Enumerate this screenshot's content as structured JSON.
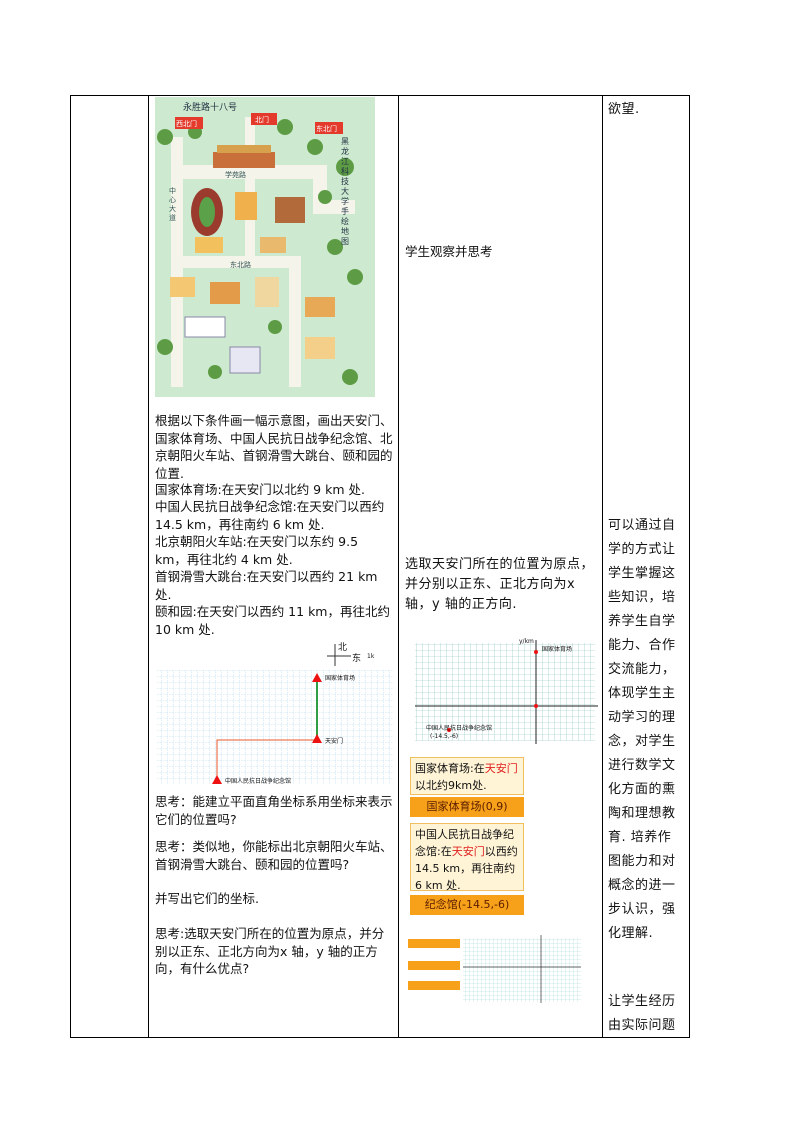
{
  "col_d_top": "欲望.",
  "col_c_observe": "学生观察并思考",
  "map": {
    "title": "永胜路十八号",
    "side_title": "黑龙江科技大学手绘地图",
    "gates": [
      "西北门",
      "北门",
      "东北门"
    ],
    "roads": [
      "中心大道",
      "学苑路",
      "东北路"
    ]
  },
  "task_intro": "根据以下条件画一幅示意图，画出天安门、国家体育场、中国人民抗日战争纪念馆、北京朝阳火车站、首钢滑雪大跳台、颐和园的位置.",
  "task_items": [
    "国家体育场:在天安门以北约 9  km 处.",
    "中国人民抗日战争纪念馆:在天安门以西约 14.5  km，再往南约 6  km 处.",
    "北京朝阳火车站:在天安门以东约 9.5 km，再往北约 4  km 处.",
    "首钢滑雪大跳台:在天安门以西约 21 km 处.",
    "颐和园:在天安门以西约 11  km，再往北约 10  km   处."
  ],
  "compass": {
    "north": "北",
    "east": "东",
    "scale": "1k"
  },
  "diagram_labels": {
    "stadium": "国家体育场",
    "tiananmen": "天安门",
    "memorial": "中国人民抗日战争纪念馆"
  },
  "think1": "思考：能建立平面直角坐标系用坐标来表示它们的位置吗?",
  "think2": "思考：类似地，你能标出北京朝阳火车站、首钢滑雪大跳台、颐和园的位置吗?",
  "think2b": "并写出它们的坐标.",
  "think3": "思考:选取天安门所在的位置为原点，并分别以正东、正北方向为x 轴，y 轴的正方向，有什么优点?",
  "col_c_origin": "选取天安门所在的位置为原点，并分别以正东、正北方向为x 轴，y 轴的正方向.",
  "coord_labels": {
    "stadium": "国家体育场",
    "memorial": "中国人民抗日战争纪念馆",
    "memorial_coord": "(-14.5,-6)",
    "y_label": "y/km"
  },
  "card1": {
    "pre": "国家体育场:在",
    "hl": "天安门",
    "post": "以北约9km处.",
    "result": "国家体育场(0,9)"
  },
  "card2": {
    "pre": "中国人民抗日战争纪念馆:在",
    "hl": "天安门",
    "post": "以西约14.5 km，再往南约6 km 处.",
    "result": "纪念馆(-14.5,-6)"
  },
  "col_d_body": "可以通过自学的方式让学生掌握这些知识，培养学生自学能力、合作交流能力，体现学生主动学习的理念，对学生进行数学文化方面的熏陶和理想教育. 培养作图能力和对概念的进一步认识，强化理解.",
  "col_d_bottom": "让学生经历由实际问题"
}
